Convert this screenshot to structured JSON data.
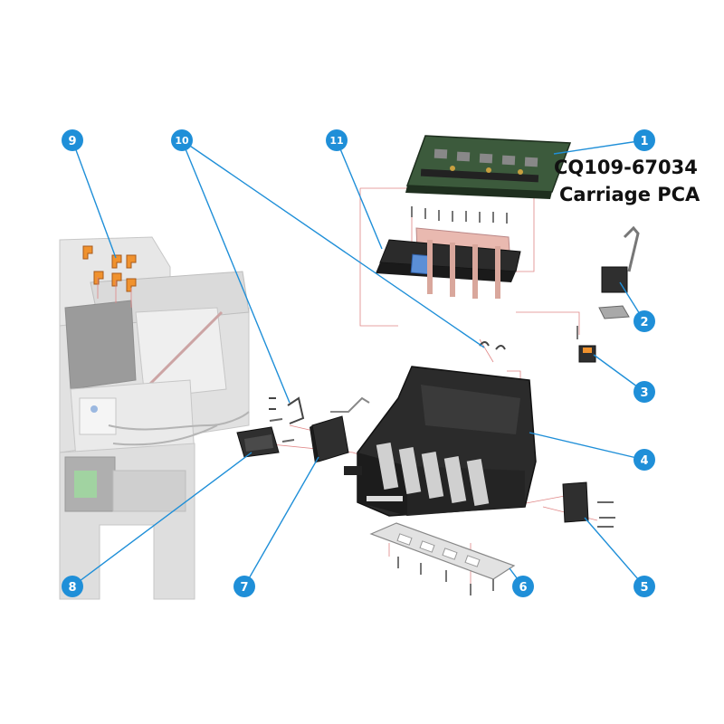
{
  "label": {
    "part_number": "CQ109-67034",
    "part_name": "Carriage PCA"
  },
  "callouts": [
    "1",
    "2",
    "3",
    "4",
    "5",
    "6",
    "7",
    "8",
    "9",
    "10",
    "11"
  ],
  "colors": {
    "callout": "#1f8fd8",
    "guide_line": "#e08585",
    "carriage_body": "#2b2b2b",
    "pcb": "#3c5a3c",
    "orange_clips": "#f0922e",
    "blue_connector": "#5b8fd6",
    "printer_frame": "#cfcfcf"
  }
}
